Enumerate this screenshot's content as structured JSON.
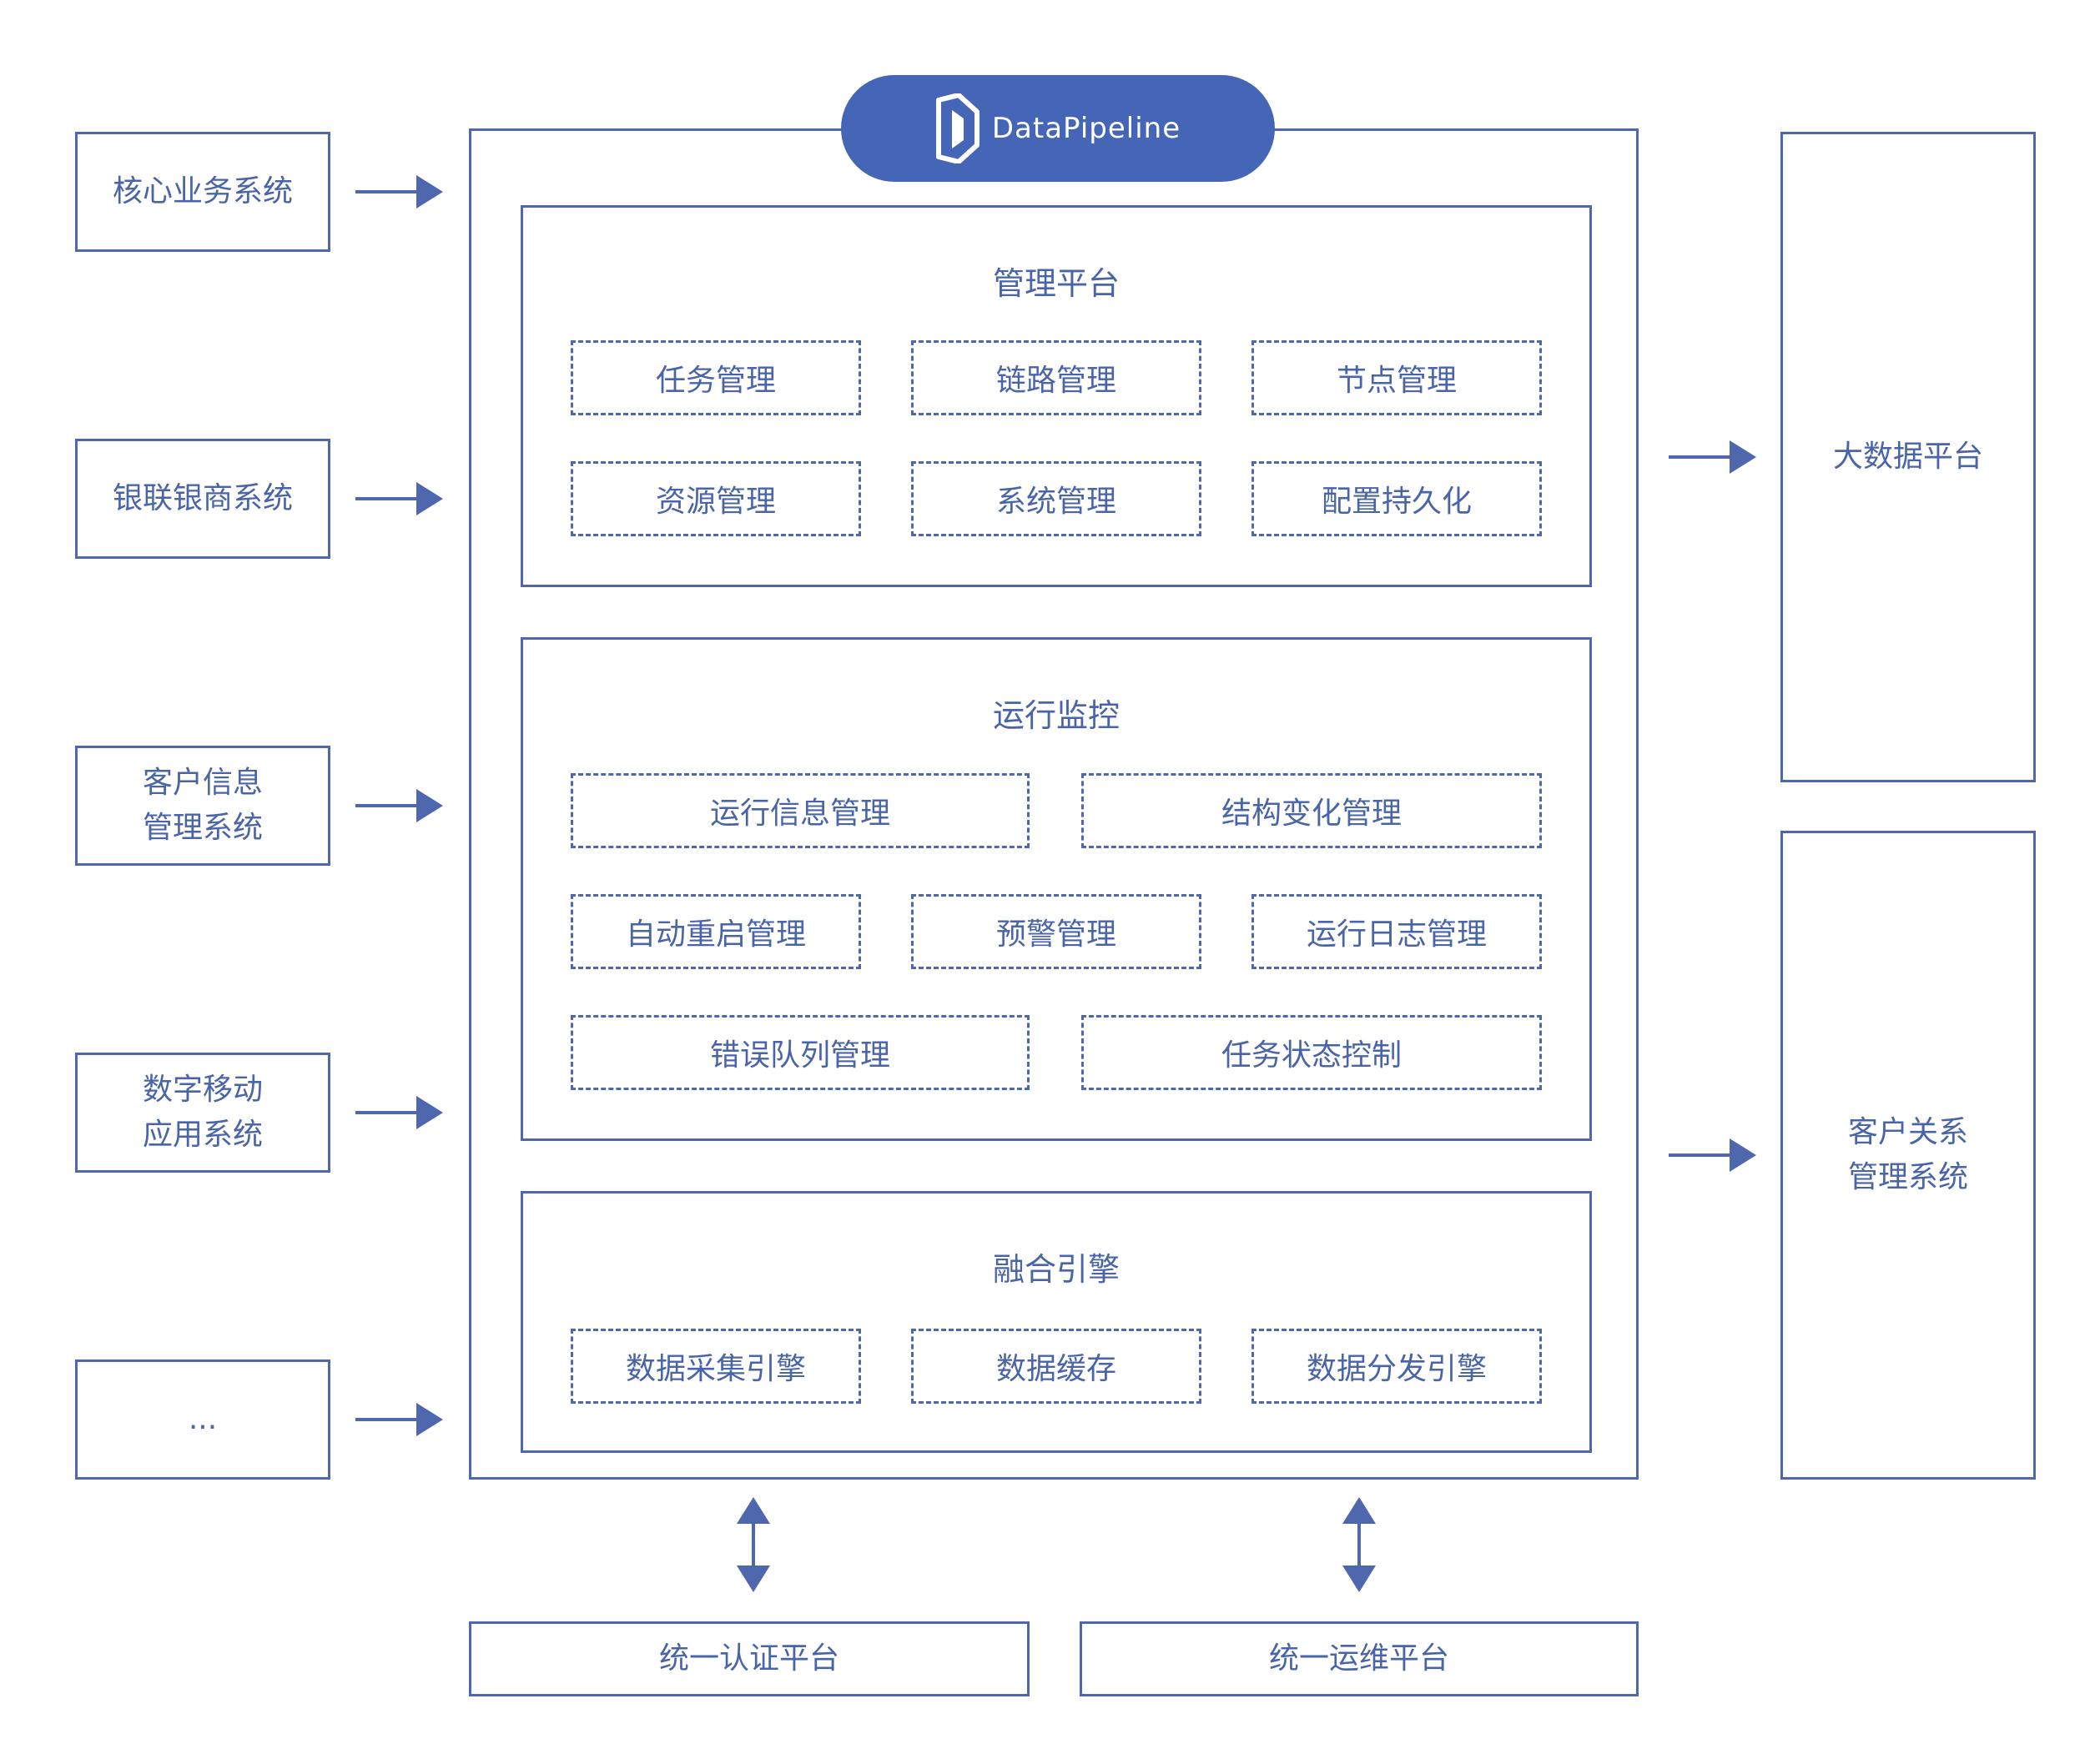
{
  "brand": {
    "name": "DataPipeline"
  },
  "sources": [
    {
      "label": "核心业务系统"
    },
    {
      "label": "银联银商系统"
    },
    {
      "label": "客户信息\n管理系统"
    },
    {
      "label": "数字移动\n应用系统"
    },
    {
      "label": "..."
    }
  ],
  "targets": [
    {
      "label": "大数据平台"
    },
    {
      "label": "客户关系\n管理系统"
    }
  ],
  "management": {
    "title": "管理平台",
    "items": [
      "任务管理",
      "链路管理",
      "节点管理",
      "资源管理",
      "系统管理",
      "配置持久化"
    ]
  },
  "monitoring": {
    "title": "运行监控",
    "items": [
      "运行信息管理",
      "结构变化管理",
      "自动重启管理",
      "预警管理",
      "运行日志管理",
      "错误队列管理",
      "任务状态控制"
    ]
  },
  "engine": {
    "title": "融合引擎",
    "items": [
      "数据采集引擎",
      "数据缓存",
      "数据分发引擎"
    ]
  },
  "bottom": [
    {
      "label": "统一认证平台"
    },
    {
      "label": "统一运维平台"
    }
  ],
  "colors": {
    "accent": "#4f67ad",
    "brand_fill": "#4565b6"
  }
}
